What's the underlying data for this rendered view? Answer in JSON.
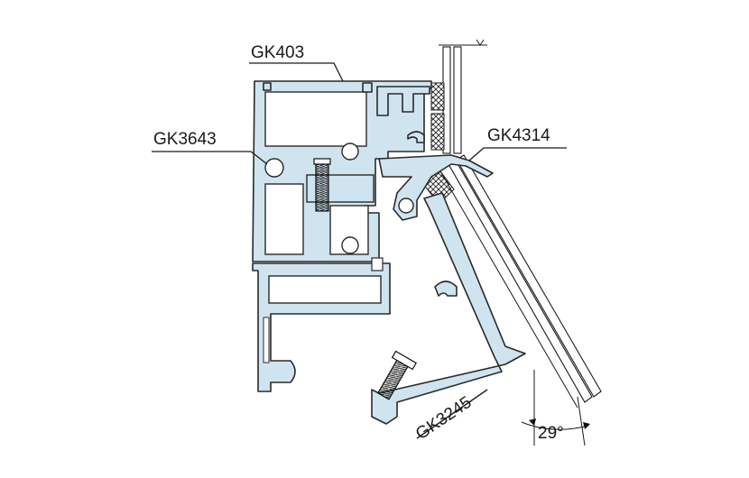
{
  "labels": {
    "gk403": "GK403",
    "gk3643": "GK3643",
    "gk4314": "GK4314",
    "gk3245": "GK3245",
    "angle": "29°"
  },
  "colors": {
    "profile_fill": "#cfe4ef",
    "outline": "#2a2a2a",
    "background": "#ffffff"
  }
}
